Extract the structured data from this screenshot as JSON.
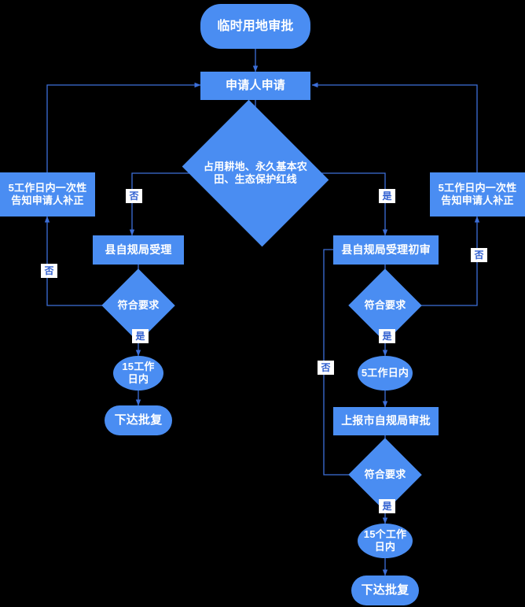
{
  "diagram": {
    "title": "临时用地审批",
    "accent_color": "#4A8DF2",
    "line_color": "#3C6FD9",
    "background_color": "#000000",
    "label_text_color": "#2F5FD0",
    "node_text_color": "#FFFFFF"
  },
  "nodes": {
    "start": {
      "label": "临时用地审批",
      "shape": "rounded"
    },
    "apply": {
      "label": "申请人申请",
      "shape": "rect"
    },
    "decision_land": {
      "label": "占用耕地、永久基本农田、生态保护红线",
      "shape": "diamond"
    },
    "notify_left": {
      "label": "5工作日内一次性告知申请人补正",
      "shape": "rect"
    },
    "notify_right": {
      "label": "5工作日内一次性告知申请人补正",
      "shape": "rect"
    },
    "county_accept": {
      "label": "县自规局受理",
      "shape": "rect"
    },
    "county_check": {
      "label": "符合要求",
      "shape": "diamond"
    },
    "days15_left": {
      "label": "15工作日内",
      "shape": "ellipse"
    },
    "reply_left": {
      "label": "下达批复",
      "shape": "rounded"
    },
    "county_first_review": {
      "label": "县自规局受理初审",
      "shape": "rect"
    },
    "county_check_right": {
      "label": "符合要求",
      "shape": "diamond"
    },
    "days5_right": {
      "label": "5工作日内",
      "shape": "ellipse"
    },
    "city_report": {
      "label": "上报市自规局审批",
      "shape": "rect"
    },
    "city_check": {
      "label": "符合要求",
      "shape": "diamond"
    },
    "days15_right": {
      "label": "15个工作日内",
      "shape": "ellipse"
    },
    "reply_right": {
      "label": "下达批复",
      "shape": "rounded"
    }
  },
  "edge_labels": {
    "no_left_branch": "否",
    "yes_right_branch": "是",
    "no_county_check": "否",
    "yes_county_check": "是",
    "no_county_check_right": "否",
    "yes_county_check_right": "是",
    "no_city_check": "否",
    "yes_city_check": "是"
  }
}
